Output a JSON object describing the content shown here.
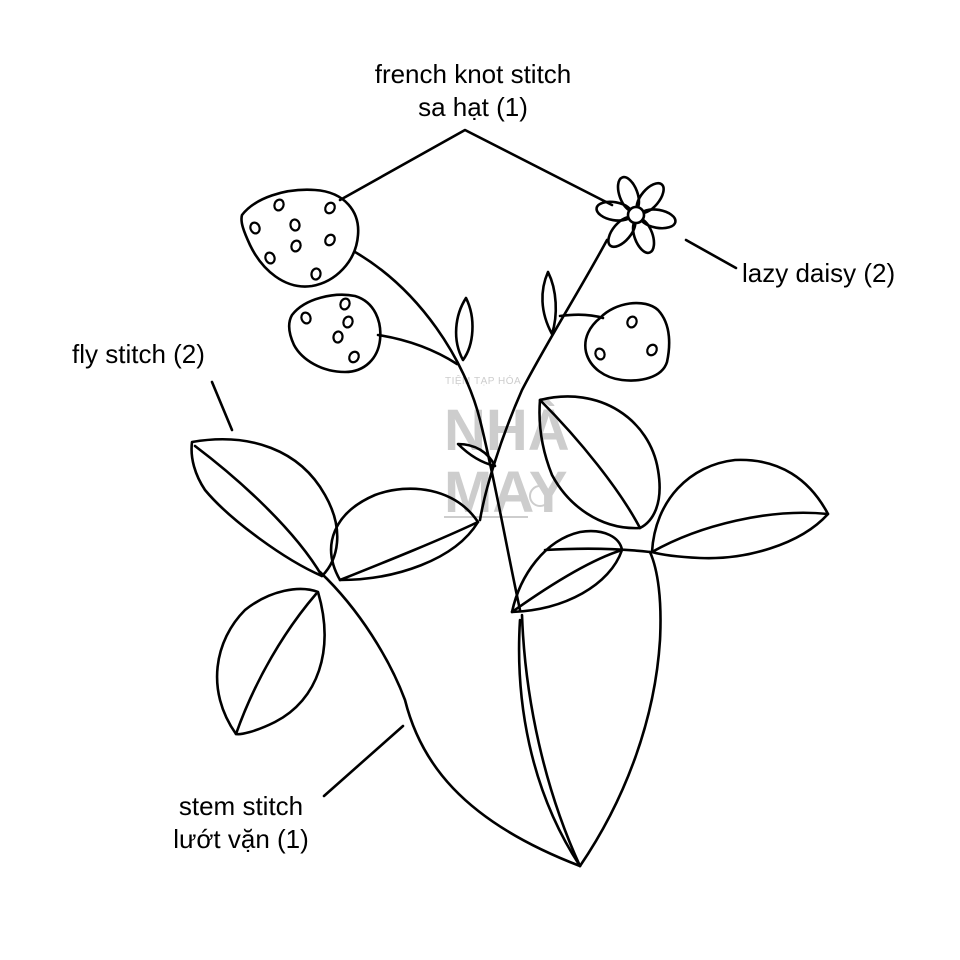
{
  "labels": {
    "french_knot": {
      "line1": "french knot stitch",
      "line2": "sa hạt (1)"
    },
    "lazy_daisy": {
      "line1": "lazy daisy (2)"
    },
    "fly_stitch": {
      "line1": "fly stitch (2)"
    },
    "stem_stitch": {
      "line1": "stem stitch",
      "line2": "lướt vặn (1)"
    }
  },
  "watermark": {
    "top": "TIỆM TẠP HÓA",
    "line1": "NHÀ",
    "line2": "MAY"
  },
  "colors": {
    "ink": "#000000",
    "background": "#ffffff",
    "watermark": "#c8c8c8"
  }
}
